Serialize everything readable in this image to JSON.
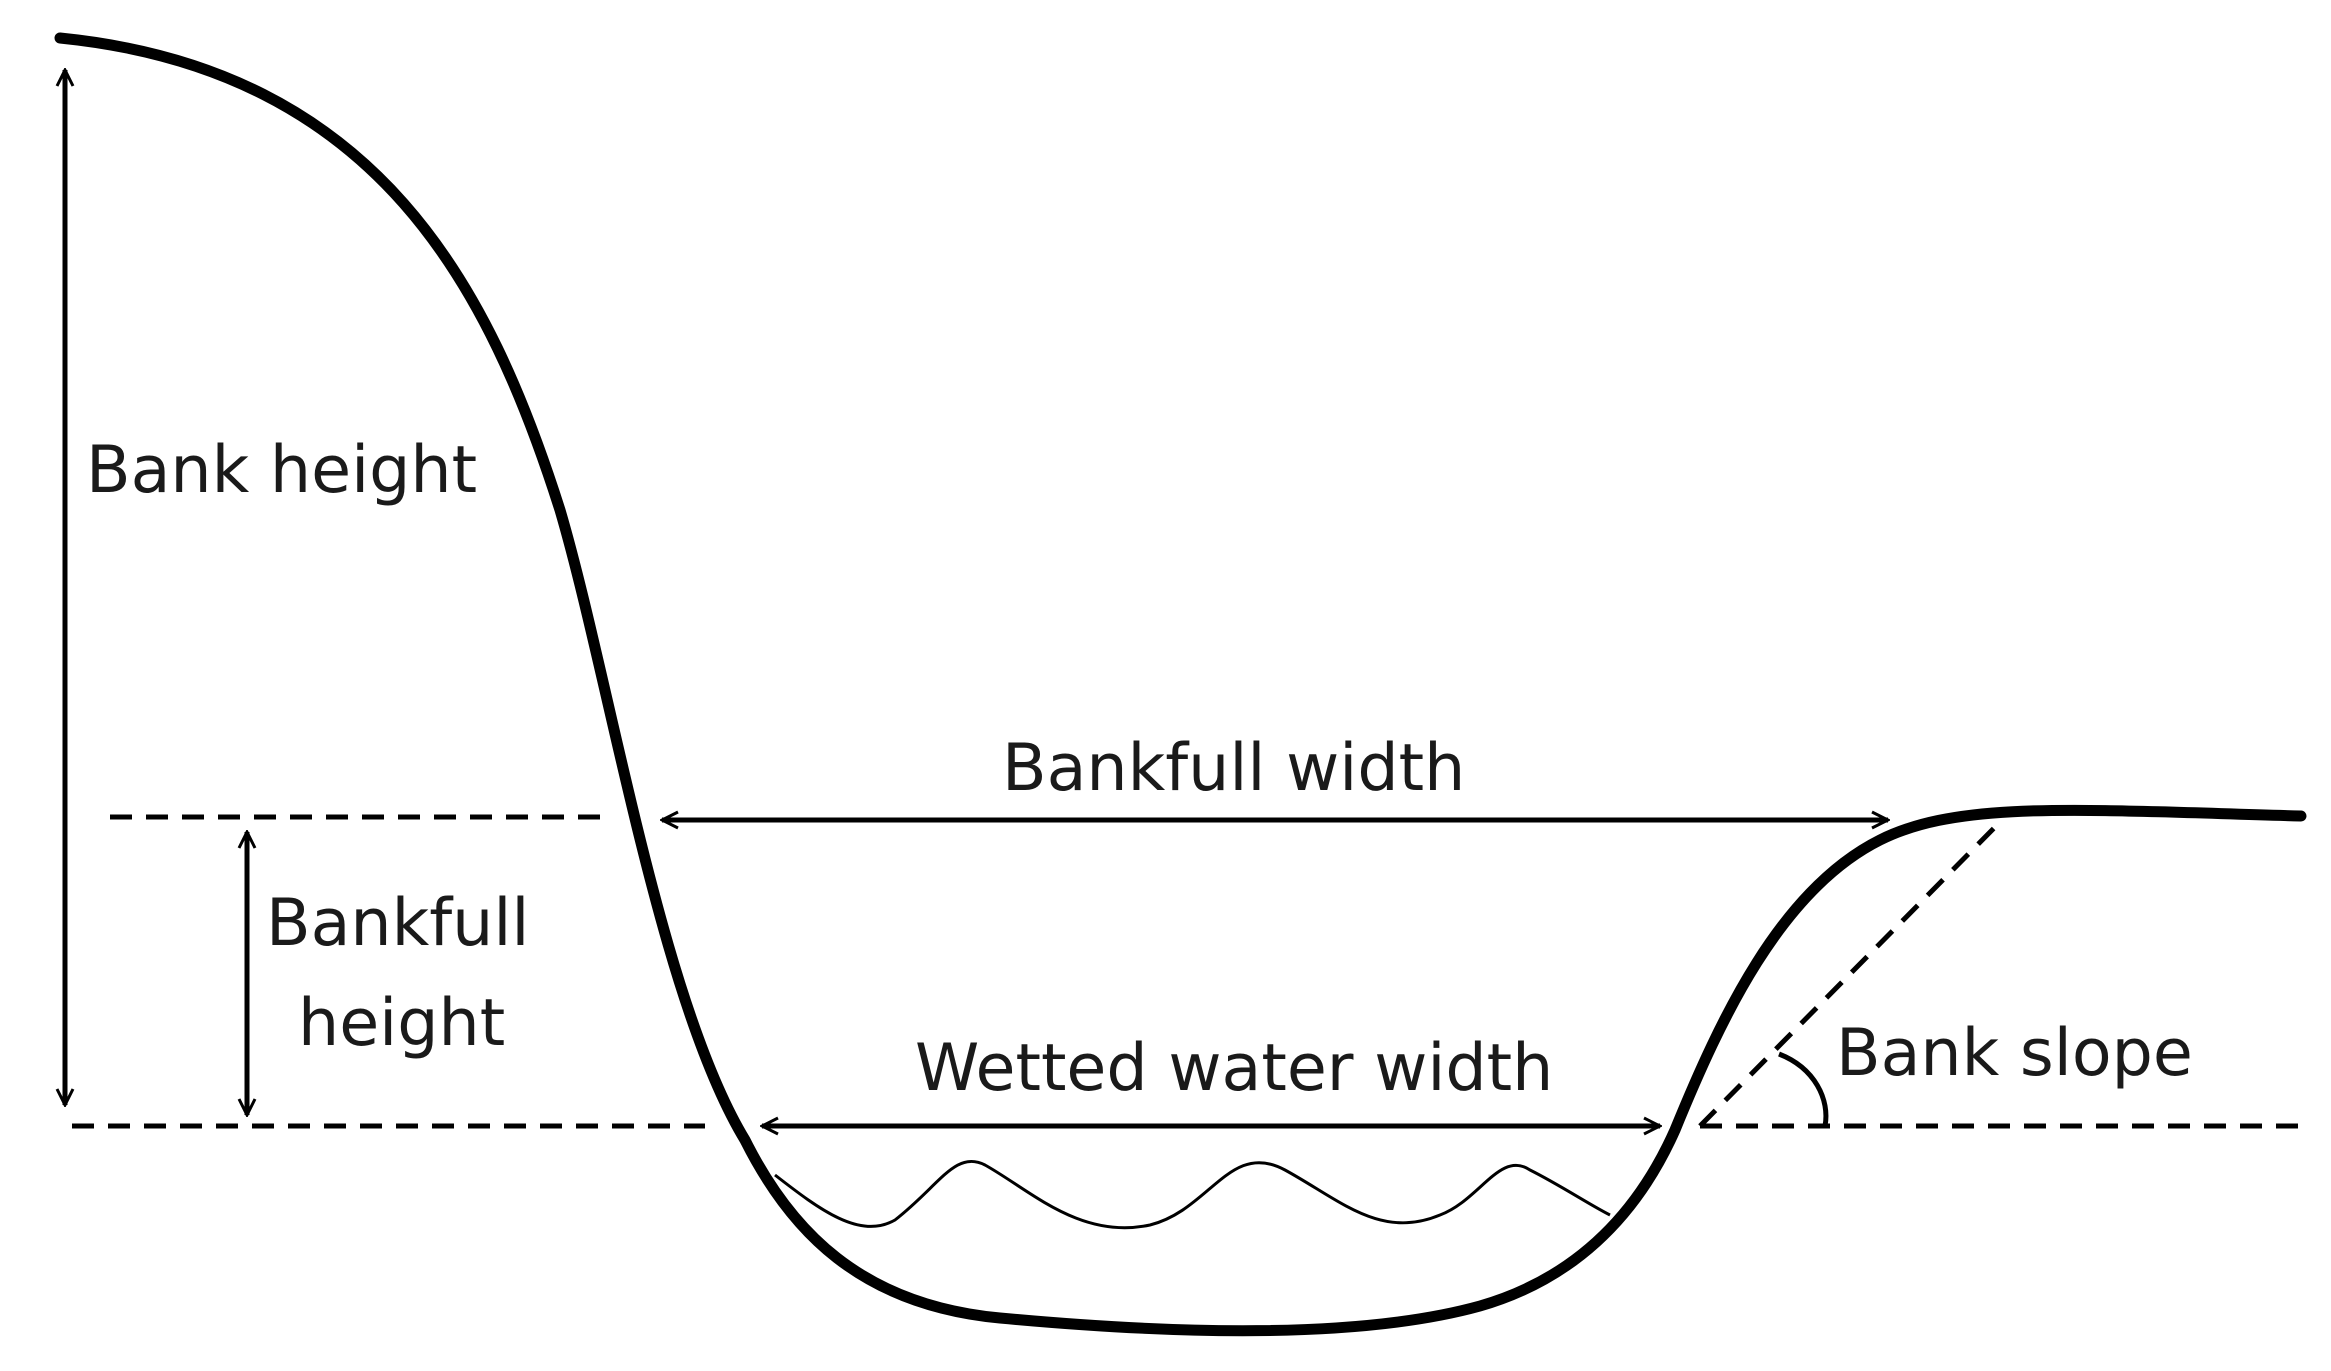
{
  "labels": {
    "bank_height": "Bank height",
    "bankfull_width": "Bankfull width",
    "bankfull_height_line1": "Bankfull",
    "bankfull_height_line2": "height",
    "wetted_water_width": "Wetted water width",
    "bank_slope": "Bank slope"
  },
  "colors": {
    "stroke": "#000000",
    "text": "#1a1a1a",
    "background": "#ffffff"
  }
}
